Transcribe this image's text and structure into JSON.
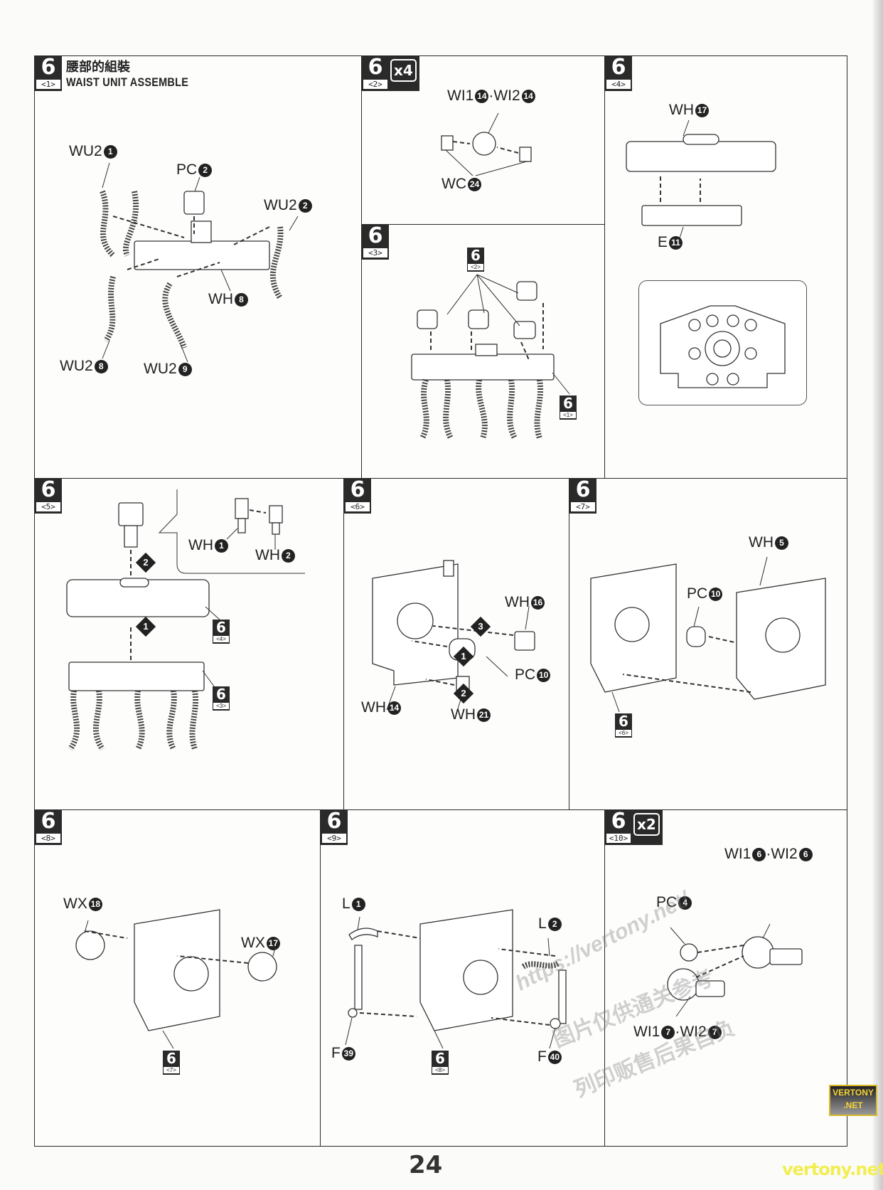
{
  "page": {
    "page_number": "24",
    "watermark_url": "vertony.net",
    "watermark_logo": "VERTONY .NET",
    "watermark_diagonal": "https://vertony.net/",
    "watermark_cn_line1": "图片仅供通关参考",
    "watermark_cn_line2": "列印贩售后果自负"
  },
  "steps": [
    {
      "id": "6-1",
      "step": "6",
      "sub": "<1>",
      "title_cn": "腰部的組裝",
      "title_en": "WAIST UNIT ASSEMBLE",
      "parts": [
        {
          "code": "WU2",
          "num": "1"
        },
        {
          "code": "PC",
          "num": "2"
        },
        {
          "code": "WU2",
          "num": "2"
        },
        {
          "code": "WH",
          "num": "8"
        },
        {
          "code": "WU2",
          "num": "8"
        },
        {
          "code": "WU2",
          "num": "9"
        }
      ]
    },
    {
      "id": "6-2",
      "step": "6",
      "sub": "<2>",
      "multiplier": "x4",
      "parts": [
        {
          "code": "WI1",
          "num": "14",
          "joiner": "·",
          "code2": "WI2",
          "num2": "14"
        },
        {
          "code": "WC",
          "num": "24"
        }
      ]
    },
    {
      "id": "6-3",
      "step": "6",
      "sub": "<3>",
      "refs": [
        {
          "step": "6",
          "sub": "<2>"
        },
        {
          "step": "6",
          "sub": "<1>"
        }
      ]
    },
    {
      "id": "6-4",
      "step": "6",
      "sub": "<4>",
      "parts": [
        {
          "code": "WH",
          "num": "17"
        },
        {
          "code": "E",
          "num": "11"
        }
      ]
    },
    {
      "id": "6-5",
      "step": "6",
      "sub": "<5>",
      "parts": [
        {
          "code": "WH",
          "num": "1"
        },
        {
          "code": "WH",
          "num": "2"
        }
      ],
      "order": [
        "2",
        "1"
      ],
      "refs": [
        {
          "step": "6",
          "sub": "<4>"
        },
        {
          "step": "6",
          "sub": "<3>"
        }
      ]
    },
    {
      "id": "6-6",
      "step": "6",
      "sub": "<6>",
      "parts": [
        {
          "code": "WH",
          "num": "16"
        },
        {
          "code": "PC",
          "num": "10"
        },
        {
          "code": "WH",
          "num": "14"
        },
        {
          "code": "WH",
          "num": "21"
        }
      ],
      "order": [
        "3",
        "1",
        "2"
      ]
    },
    {
      "id": "6-7",
      "step": "6",
      "sub": "<7>",
      "parts": [
        {
          "code": "WH",
          "num": "5"
        },
        {
          "code": "PC",
          "num": "10"
        }
      ],
      "refs": [
        {
          "step": "6",
          "sub": "<6>"
        }
      ]
    },
    {
      "id": "6-8",
      "step": "6",
      "sub": "<8>",
      "parts": [
        {
          "code": "WX",
          "num": "18"
        },
        {
          "code": "WX",
          "num": "17"
        }
      ],
      "refs": [
        {
          "step": "6",
          "sub": "<7>"
        }
      ]
    },
    {
      "id": "6-9",
      "step": "6",
      "sub": "<9>",
      "parts": [
        {
          "code": "L",
          "num": "1"
        },
        {
          "code": "L",
          "num": "2"
        },
        {
          "code": "F",
          "num": "39"
        },
        {
          "code": "F",
          "num": "40"
        }
      ],
      "refs": [
        {
          "step": "6",
          "sub": "<8>"
        }
      ]
    },
    {
      "id": "6-10",
      "step": "6",
      "sub": "<10>",
      "multiplier": "x2",
      "parts": [
        {
          "code": "WI1",
          "num": "6",
          "joiner": "·",
          "code2": "WI2",
          "num2": "6"
        },
        {
          "code": "PC",
          "num": "4"
        },
        {
          "code": "WI1",
          "num": "7",
          "joiner": "·",
          "code2": "WI2",
          "num2": "7"
        }
      ]
    }
  ]
}
